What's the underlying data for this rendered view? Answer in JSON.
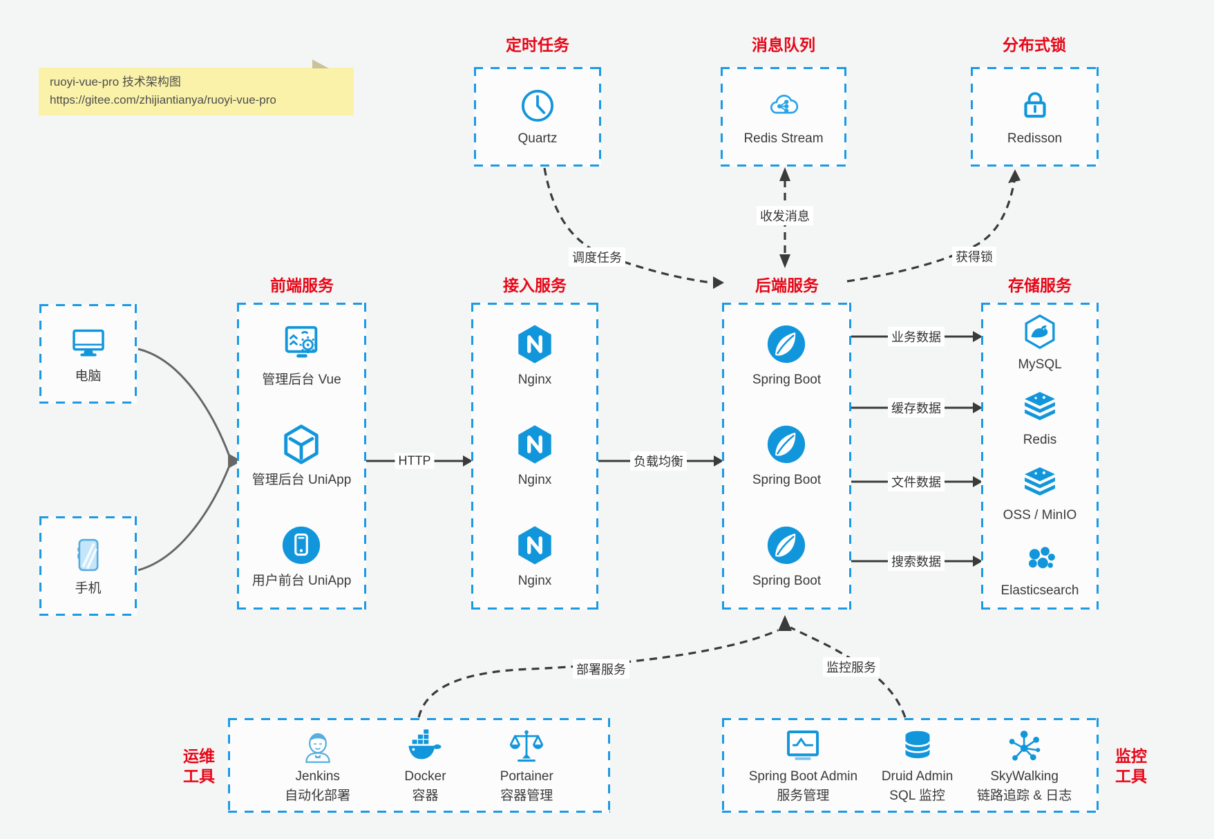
{
  "note": {
    "title": "ruoyi-vue-pro 技术架构图",
    "url": "https://gitee.com/zhijiantianya/ruoyi-vue-pro"
  },
  "scheduler": {
    "label": "定时任务",
    "item": "Quartz"
  },
  "mq": {
    "label": "消息队列",
    "item": "Redis Stream"
  },
  "dist_lock": {
    "label": "分布式锁",
    "item": "Redisson"
  },
  "clients": {
    "pc": "电脑",
    "mobile": "手机"
  },
  "frontend": {
    "label": "前端服务",
    "items": [
      {
        "label": "管理后台 Vue"
      },
      {
        "label": "管理后台 UniApp"
      },
      {
        "label": "用户前台 UniApp"
      }
    ]
  },
  "gateway": {
    "label": "接入服务",
    "items": [
      {
        "label": "Nginx"
      },
      {
        "label": "Nginx"
      },
      {
        "label": "Nginx"
      }
    ]
  },
  "backend": {
    "label": "后端服务",
    "items": [
      {
        "label": "Spring Boot"
      },
      {
        "label": "Spring Boot"
      },
      {
        "label": "Spring Boot"
      }
    ]
  },
  "storage": {
    "label": "存储服务",
    "items": [
      {
        "label": "MySQL"
      },
      {
        "label": "Redis"
      },
      {
        "label": "OSS / MinIO"
      },
      {
        "label": "Elasticsearch"
      }
    ]
  },
  "ops": {
    "label_line1": "运维",
    "label_line2": "工具",
    "items": [
      {
        "name": "Jenkins",
        "desc": "自动化部署"
      },
      {
        "name": "Docker",
        "desc": "容器"
      },
      {
        "name": "Portainer",
        "desc": "容器管理"
      }
    ]
  },
  "monitoring": {
    "label_line1": "监控",
    "label_line2": "工具",
    "items": [
      {
        "name": "Spring Boot Admin",
        "desc": "服务管理"
      },
      {
        "name": "Druid Admin",
        "desc": "SQL 监控"
      },
      {
        "name": "SkyWalking",
        "desc": "链路追踪 & 日志"
      }
    ]
  },
  "edges": {
    "http": "HTTP",
    "load_balance": "负载均衡",
    "schedule": "调度任务",
    "message": "收发消息",
    "acquire_lock": "获得锁",
    "business_data": "业务数据",
    "cache_data": "缓存数据",
    "file_data": "文件数据",
    "search_data": "搜索数据",
    "deploy": "部署服务",
    "monitor": "监控服务"
  },
  "colors": {
    "box_border_blue": "#1a9ae4",
    "icon_blue": "#1296db",
    "section_red": "#e60617",
    "line_dark": "#3a3a3a",
    "client_line_gray": "#666666",
    "note_bg": "#faf2a8"
  }
}
